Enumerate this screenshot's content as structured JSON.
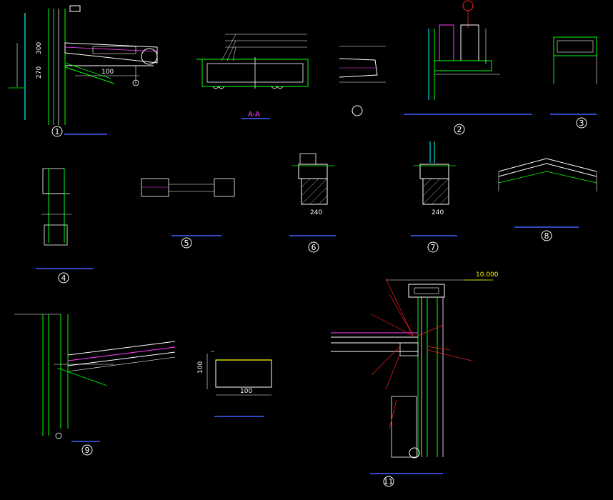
{
  "section": {
    "aa_label": "A-A",
    "elevation_label": "10.000"
  },
  "dims": {
    "d1_top": "300",
    "d1_side": "270",
    "d1_span": "100",
    "d6_width": "240",
    "d7_width": "240",
    "d9_height": "100",
    "d10_width": "100"
  },
  "details": [
    {
      "number": "1"
    },
    {
      "number": "2"
    },
    {
      "number": "3"
    },
    {
      "number": "4"
    },
    {
      "number": "5"
    },
    {
      "number": "6"
    },
    {
      "number": "7"
    },
    {
      "number": "8"
    },
    {
      "number": "9"
    },
    {
      "number": "11"
    }
  ],
  "colors": {
    "line_green": "#00ff00",
    "line_cyan": "#00ffff",
    "line_white": "#ffffff",
    "line_magenta": "#ff00ff",
    "line_red": "#ff2020",
    "line_yellow": "#ffff00",
    "line_blue": "#4060ff"
  }
}
